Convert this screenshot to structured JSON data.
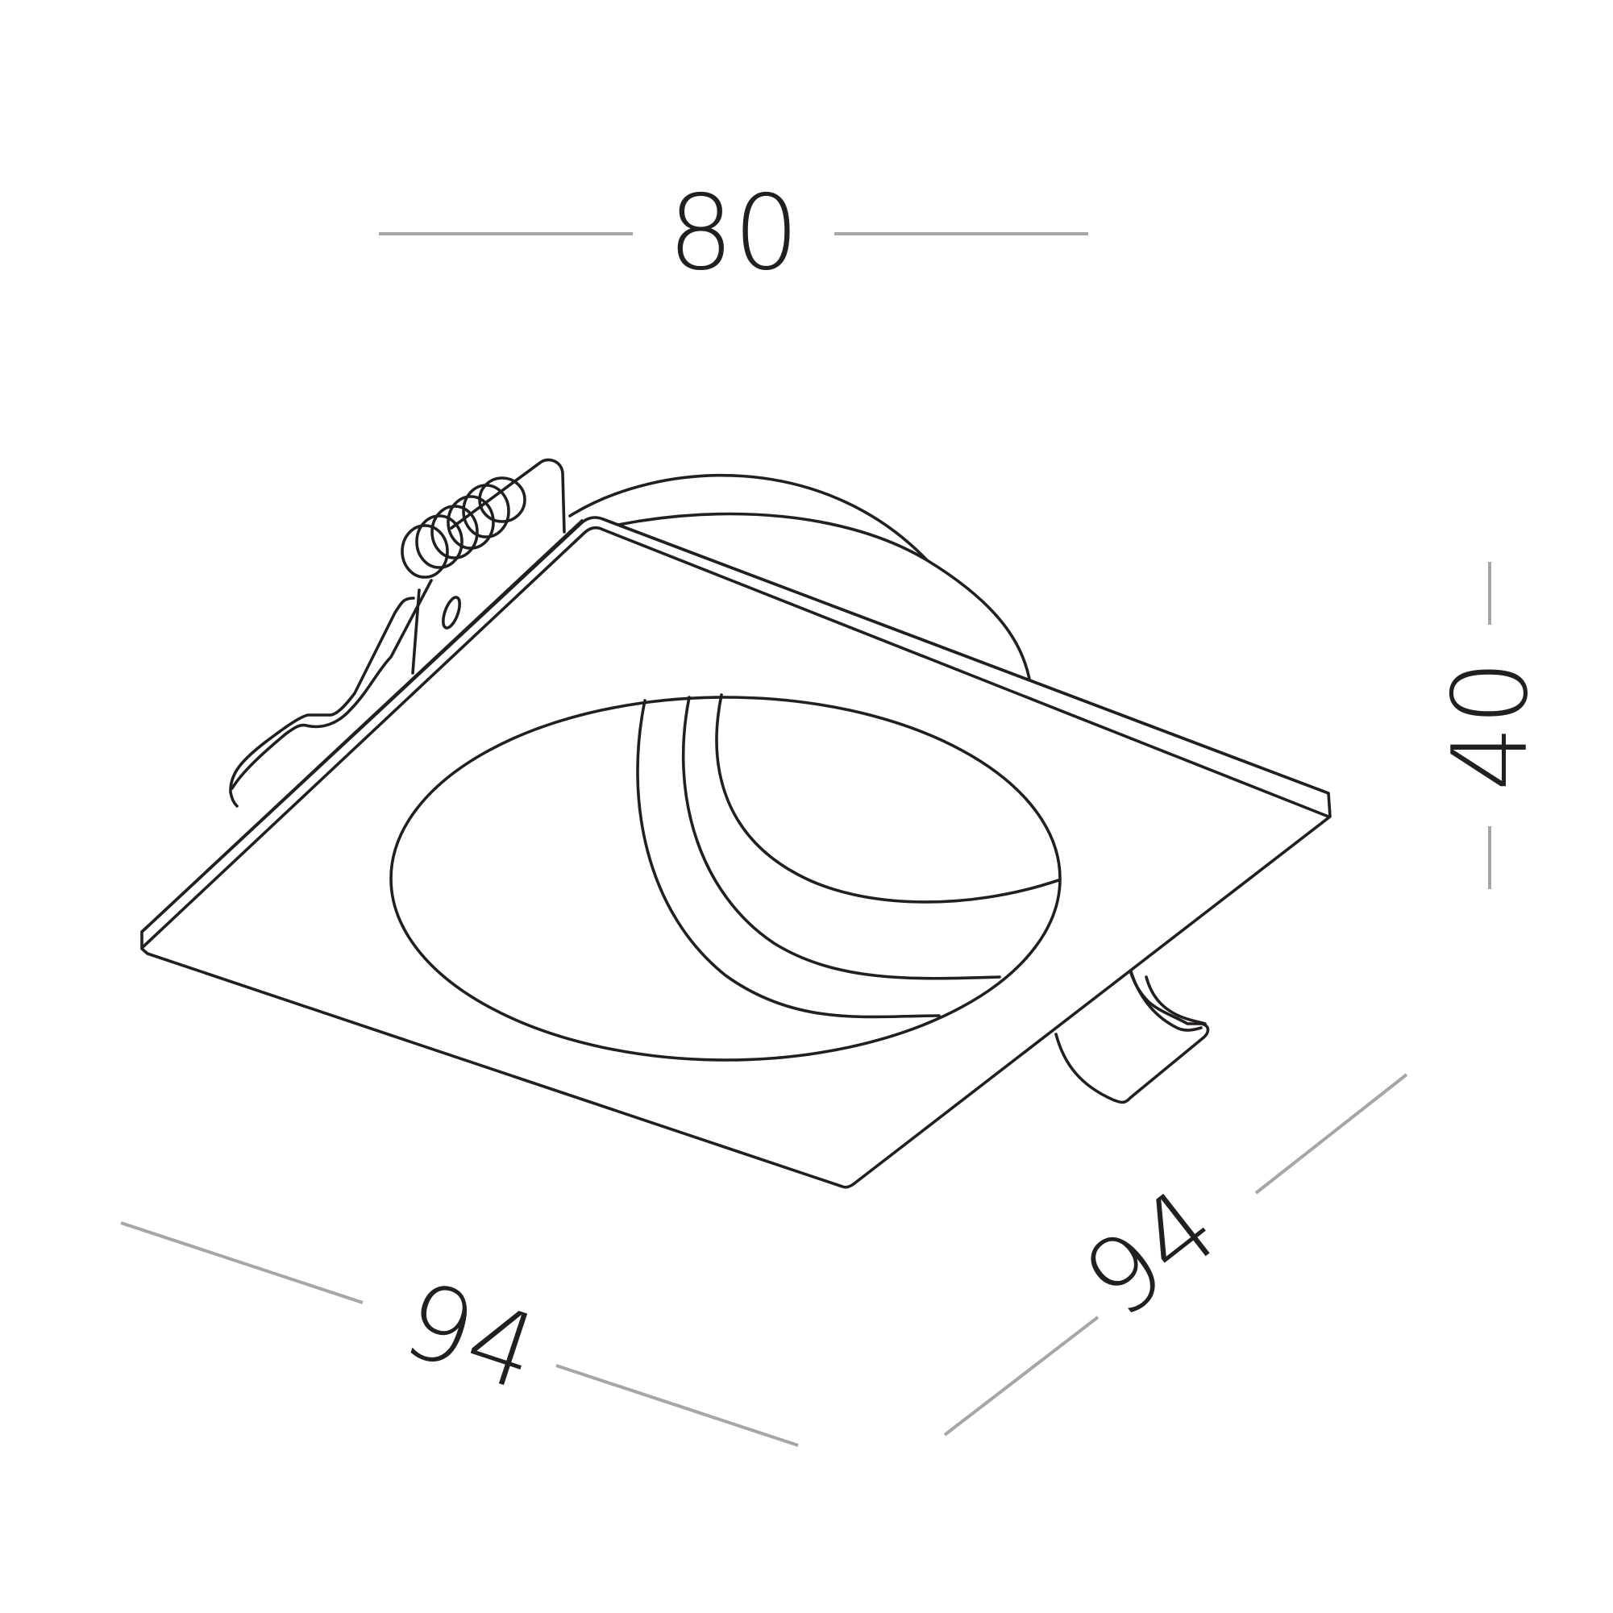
{
  "dimensions": {
    "top_width": "80",
    "height": "40",
    "front_width": "94",
    "side_depth": "94"
  },
  "colors": {
    "dimension_lines": "#a6a6a6",
    "outline": "#231f20",
    "background": "#ffffff"
  },
  "object": "square-recessed-downlight-icon"
}
